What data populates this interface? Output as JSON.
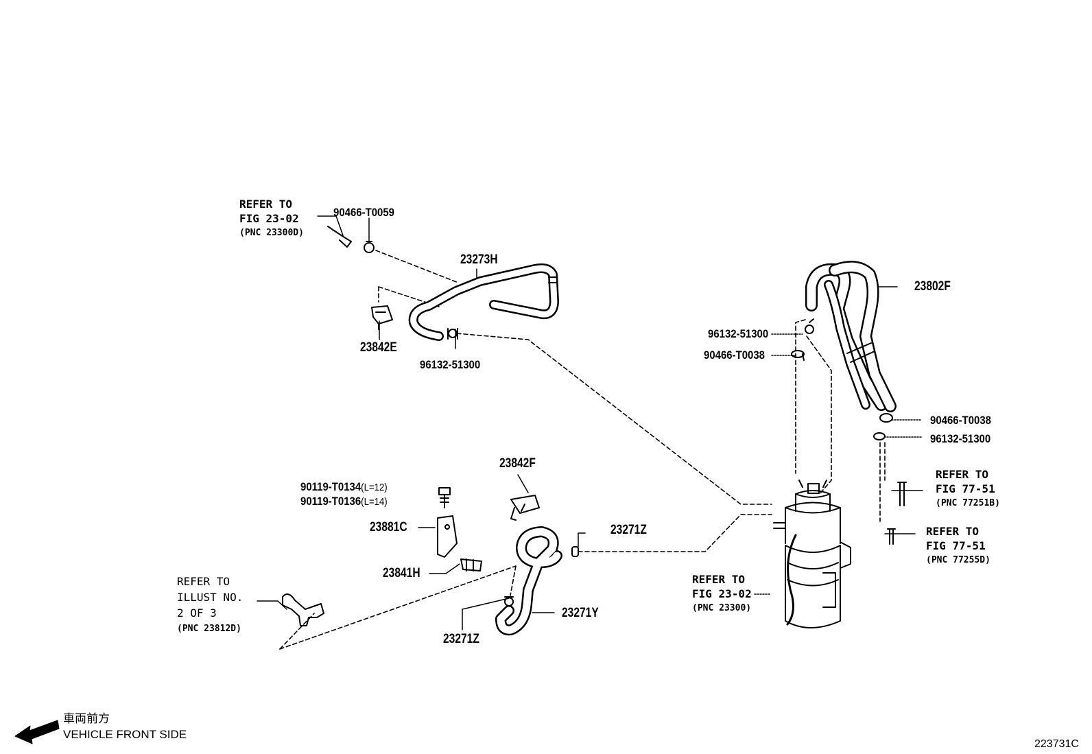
{
  "parts": {
    "p23273H": "23273H",
    "p23842E": "23842E",
    "p96132_a": "96132-51300",
    "p90466_T0059": "90466-T0059",
    "p23802F": "23802F",
    "p96132_b": "96132-51300",
    "p90466_T0038_a": "90466-T0038",
    "p90466_T0038_b": "90466-T0038",
    "p96132_c": "96132-51300",
    "p23842F": "23842F",
    "p90119_T0134": "90119-T0134",
    "p90119_T0134_len": "(L=12)",
    "p90119_T0136": "90119-T0136",
    "p90119_T0136_len": "(L=14)",
    "p23881C": "23881C",
    "p23841H": "23841H",
    "p23271Z_a": "23271Z",
    "p23271Y": "23271Y",
    "p23271Z_b": "23271Z"
  },
  "refs": {
    "ref1": {
      "l1": "REFER TO",
      "l2": "FIG 23-02",
      "l3": "(PNC 23300D)"
    },
    "ref2": {
      "l1": "REFER TO",
      "l2": "FIG 77-51",
      "l3": "(PNC 77251B)"
    },
    "ref3": {
      "l1": "REFER TO",
      "l2": "FIG 77-51",
      "l3": "(PNC 77255D)"
    },
    "ref4": {
      "l1": "REFER TO",
      "l2": "FIG 23-02",
      "l3": "(PNC 23300)"
    },
    "ref5": {
      "l1": "REFER TO",
      "l2": "ILLUST NO.",
      "l3": "2 OF 3",
      "l4": "(PNC 23812D)"
    }
  },
  "front": {
    "jp": "車両前方",
    "en": "VEHICLE FRONT SIDE"
  },
  "illustration_code": "223731C",
  "icons": [
    "front-arrow-icon",
    "hose-23273h",
    "hose-23802f",
    "hose-23271y",
    "fuel-filter-assembly",
    "clamp",
    "bolt",
    "bracket"
  ]
}
